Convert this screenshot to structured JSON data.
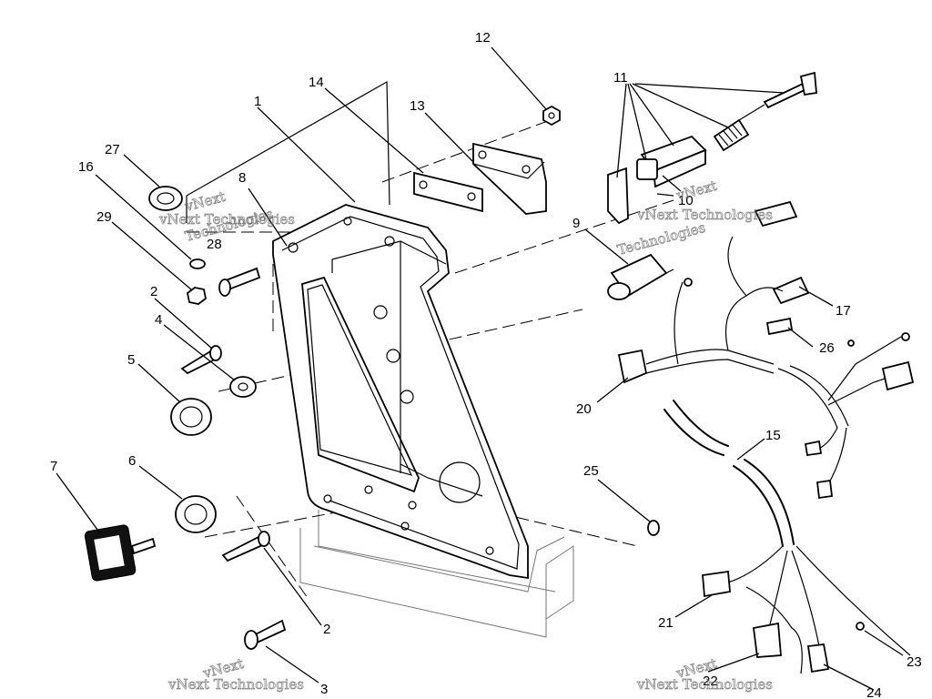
{
  "callouts": [
    {
      "id": "c1",
      "label": "1"
    },
    {
      "id": "c2a",
      "label": "2"
    },
    {
      "id": "c2b",
      "label": "2"
    },
    {
      "id": "c3",
      "label": "3"
    },
    {
      "id": "c4",
      "label": "4"
    },
    {
      "id": "c5",
      "label": "5"
    },
    {
      "id": "c6",
      "label": "6"
    },
    {
      "id": "c7",
      "label": "7"
    },
    {
      "id": "c8",
      "label": "8"
    },
    {
      "id": "c9",
      "label": "9"
    },
    {
      "id": "c10",
      "label": "10"
    },
    {
      "id": "c11",
      "label": "11"
    },
    {
      "id": "c12",
      "label": "12"
    },
    {
      "id": "c13",
      "label": "13"
    },
    {
      "id": "c14",
      "label": "14"
    },
    {
      "id": "c15",
      "label": "15"
    },
    {
      "id": "c16",
      "label": "16"
    },
    {
      "id": "c17",
      "label": "17"
    },
    {
      "id": "c20",
      "label": "20"
    },
    {
      "id": "c21",
      "label": "21"
    },
    {
      "id": "c22",
      "label": "22"
    },
    {
      "id": "c23",
      "label": "23"
    },
    {
      "id": "c24",
      "label": "24"
    },
    {
      "id": "c25",
      "label": "25"
    },
    {
      "id": "c26",
      "label": "26"
    },
    {
      "id": "c27",
      "label": "27"
    },
    {
      "id": "c28",
      "label": "28"
    },
    {
      "id": "c29",
      "label": "29"
    }
  ],
  "watermarks": [
    {
      "id": "w1",
      "line1": "vNext",
      "line2": "vNext Technologies",
      "line3": "Technologies"
    },
    {
      "id": "w2",
      "line1": "vNext",
      "line2": "vNext Technologies",
      "line3": "Technologies"
    },
    {
      "id": "w3",
      "line1": "vNext",
      "line2": "vNext Technologies"
    },
    {
      "id": "w4",
      "line1": "vNext",
      "line2": "vNext Technologies"
    }
  ]
}
